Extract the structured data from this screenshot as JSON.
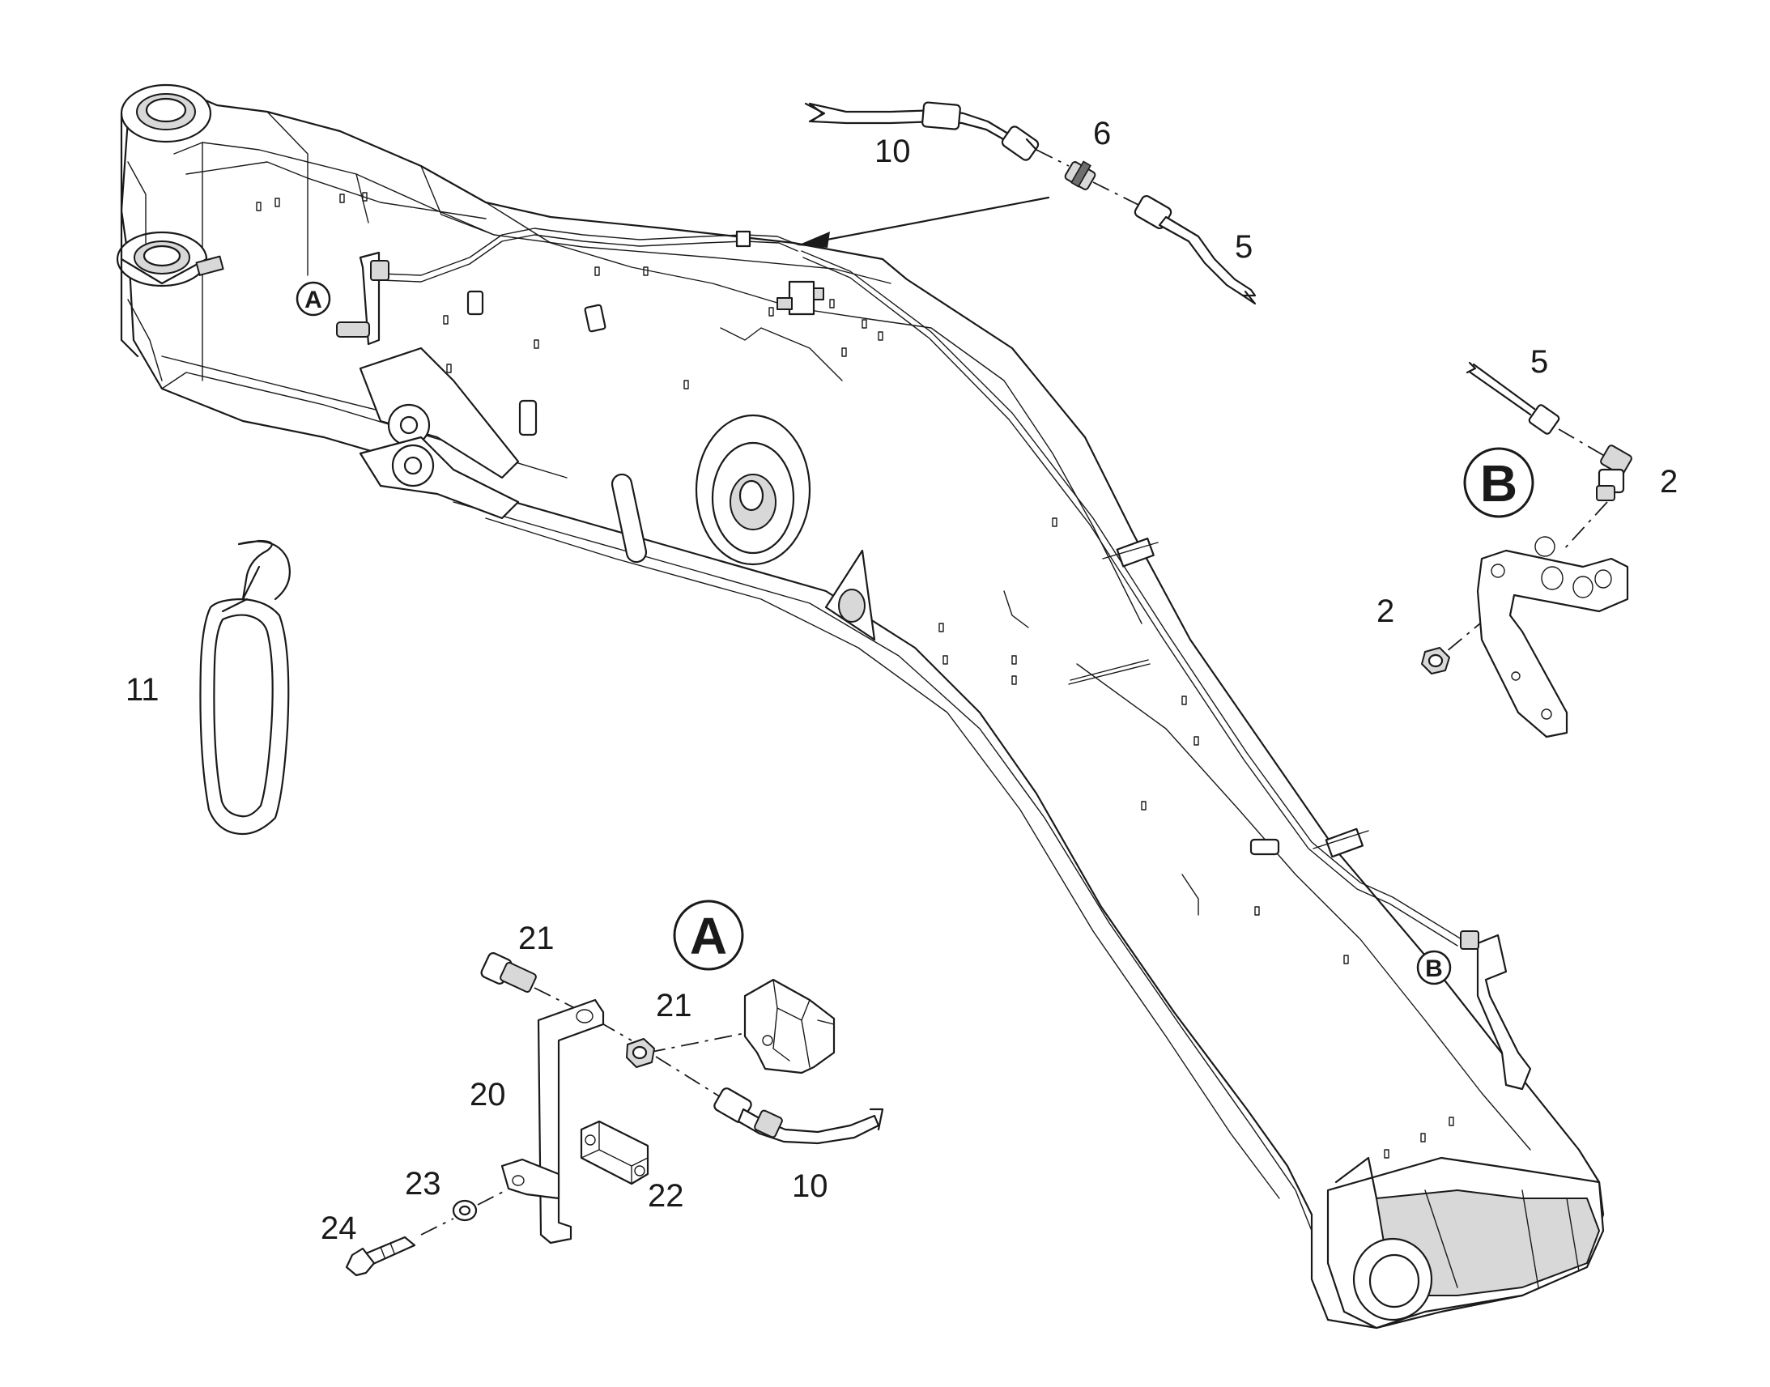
{
  "labels": {
    "l10_top": "10",
    "l6": "6",
    "l5_top": "5",
    "l5_right": "5",
    "l2_right": "2",
    "l2_left": "2",
    "l11": "11",
    "l21_top": "21",
    "l21_mid": "21",
    "l20": "20",
    "l23": "23",
    "l24": "24",
    "l22": "22",
    "l10_bot": "10"
  },
  "callouts": {
    "a_small": "A",
    "b_small": "B",
    "a_large": "A",
    "b_large": "B"
  }
}
